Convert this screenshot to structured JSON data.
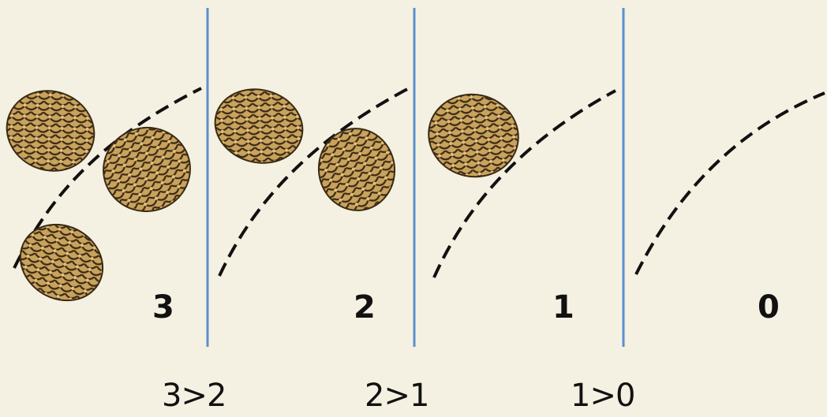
{
  "panels": [
    {
      "label": "3",
      "cones": 3
    },
    {
      "label": "2",
      "cones": 2
    },
    {
      "label": "1",
      "cones": 1
    },
    {
      "label": "0",
      "cones": 0
    }
  ],
  "comparisons": [
    "3>2",
    "2>1",
    "1>0"
  ],
  "colors": {
    "background": "#f5f1e2",
    "divider": "#5b8fd0",
    "cone_fill": "#c9a25c",
    "cone_scale": "#3a2a14",
    "branch": "#111111"
  }
}
